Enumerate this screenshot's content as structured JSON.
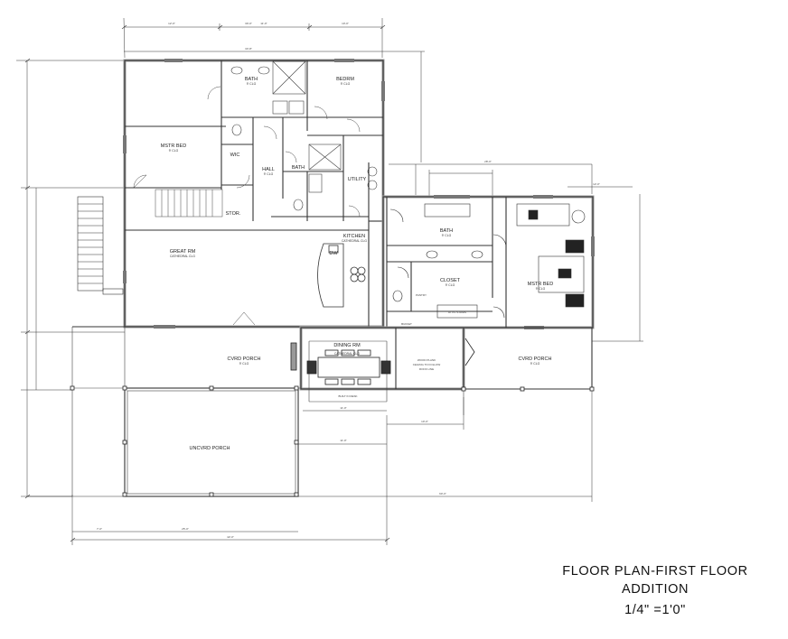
{
  "title_block": {
    "line1": "FLOOR PLAN-FIRST FLOOR",
    "line2": "ADDITION",
    "line3": "1/4\"  =1'0\""
  },
  "rooms": {
    "bath_top": "BATH",
    "bedrm": "BEDRM",
    "mstr_bed_left": "MSTR BED",
    "wic": "WIC",
    "hall": "HALL",
    "bath_mid": "BATH",
    "utility": "UTILITY",
    "stor": "STOR.",
    "great_rm": "GREAT RM",
    "great_rm_sub": "CATHEDRAL CLG",
    "kitchen": "KITCHEN",
    "kitchen_sub": "CATHEDRAL CLG",
    "bath_right": "BATH",
    "closet": "CLOSET",
    "mstr_bed_right": "MSTR BED",
    "dining_rm": "DINING RM",
    "dining_sub": "CATHEDRAL CLG",
    "cvrd_porch_left": "CVRD PORCH",
    "cvrd_porch_right": "CVRD PORCH",
    "uncvrd_porch": "UNCVRD PORCH",
    "clg_9": "9' CLG",
    "dw": "DW",
    "wood_plank": "WOOD PLANK",
    "ceiling_follow": "CEILING TO FOLLOW",
    "roof_line": "ROOF LINE",
    "attic_stairs": "ATTIC STAIRS",
    "built_in": "BUILT IN DESK",
    "pantry": "PANTRY",
    "buffet": "BUFFET"
  }
}
